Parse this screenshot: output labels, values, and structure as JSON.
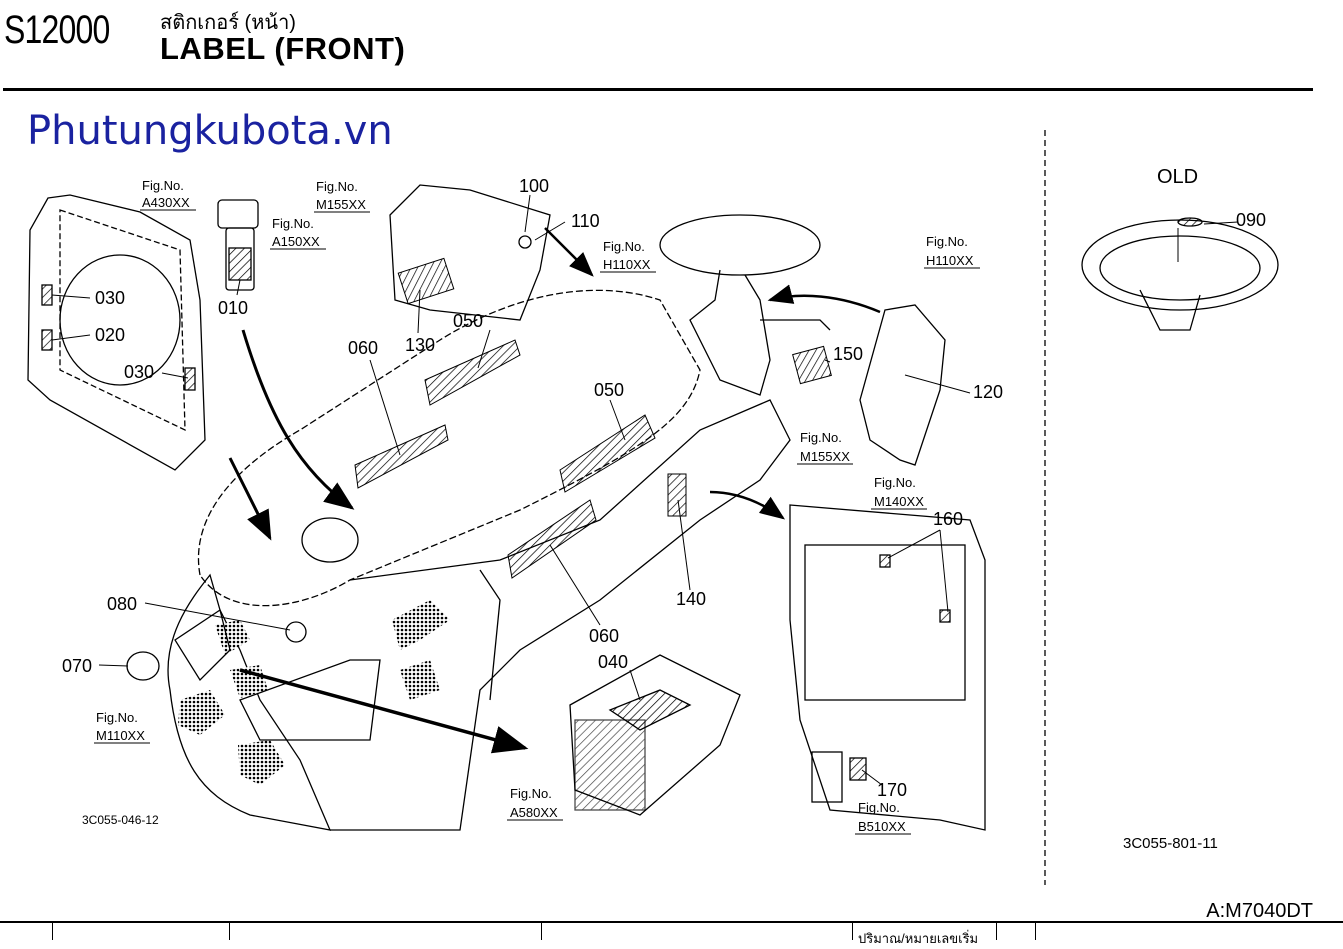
{
  "header": {
    "part_code": "S12000",
    "thai_title": "สติกเกอร์ (หน้า)",
    "title": "LABEL (FRONT)"
  },
  "watermark": "Phutungkubota.vn",
  "old_label": "OLD",
  "fig_refs": [
    {
      "id": "a430",
      "label": "Fig.No.",
      "code": "A430XX"
    },
    {
      "id": "a150",
      "label": "Fig.No.",
      "code": "A150XX"
    },
    {
      "id": "m155a",
      "label": "Fig.No.",
      "code": "M155XX"
    },
    {
      "id": "h110a",
      "label": "Fig.No.",
      "code": "H110XX"
    },
    {
      "id": "h110b",
      "label": "Fig.No.",
      "code": "H110XX"
    },
    {
      "id": "m155b",
      "label": "Fig.No.",
      "code": "M155XX"
    },
    {
      "id": "m140",
      "label": "Fig.No.",
      "code": "M140XX"
    },
    {
      "id": "m110",
      "label": "Fig.No.",
      "code": "M110XX"
    },
    {
      "id": "a580",
      "label": "Fig.No.",
      "code": "A580XX"
    },
    {
      "id": "b510",
      "label": "Fig.No.",
      "code": "B510XX"
    }
  ],
  "part_numbers": [
    "010",
    "020",
    "030",
    "030",
    "040",
    "050",
    "050",
    "060",
    "060",
    "070",
    "080",
    "090",
    "100",
    "110",
    "120",
    "130",
    "140",
    "150",
    "160",
    "170"
  ],
  "drawing_ids": [
    "3C055-046-12",
    "3C055-801-11"
  ],
  "model_ref": "A:M7040DT",
  "footer_text": "ปริมาณ/หมายเลขเริ่ม"
}
